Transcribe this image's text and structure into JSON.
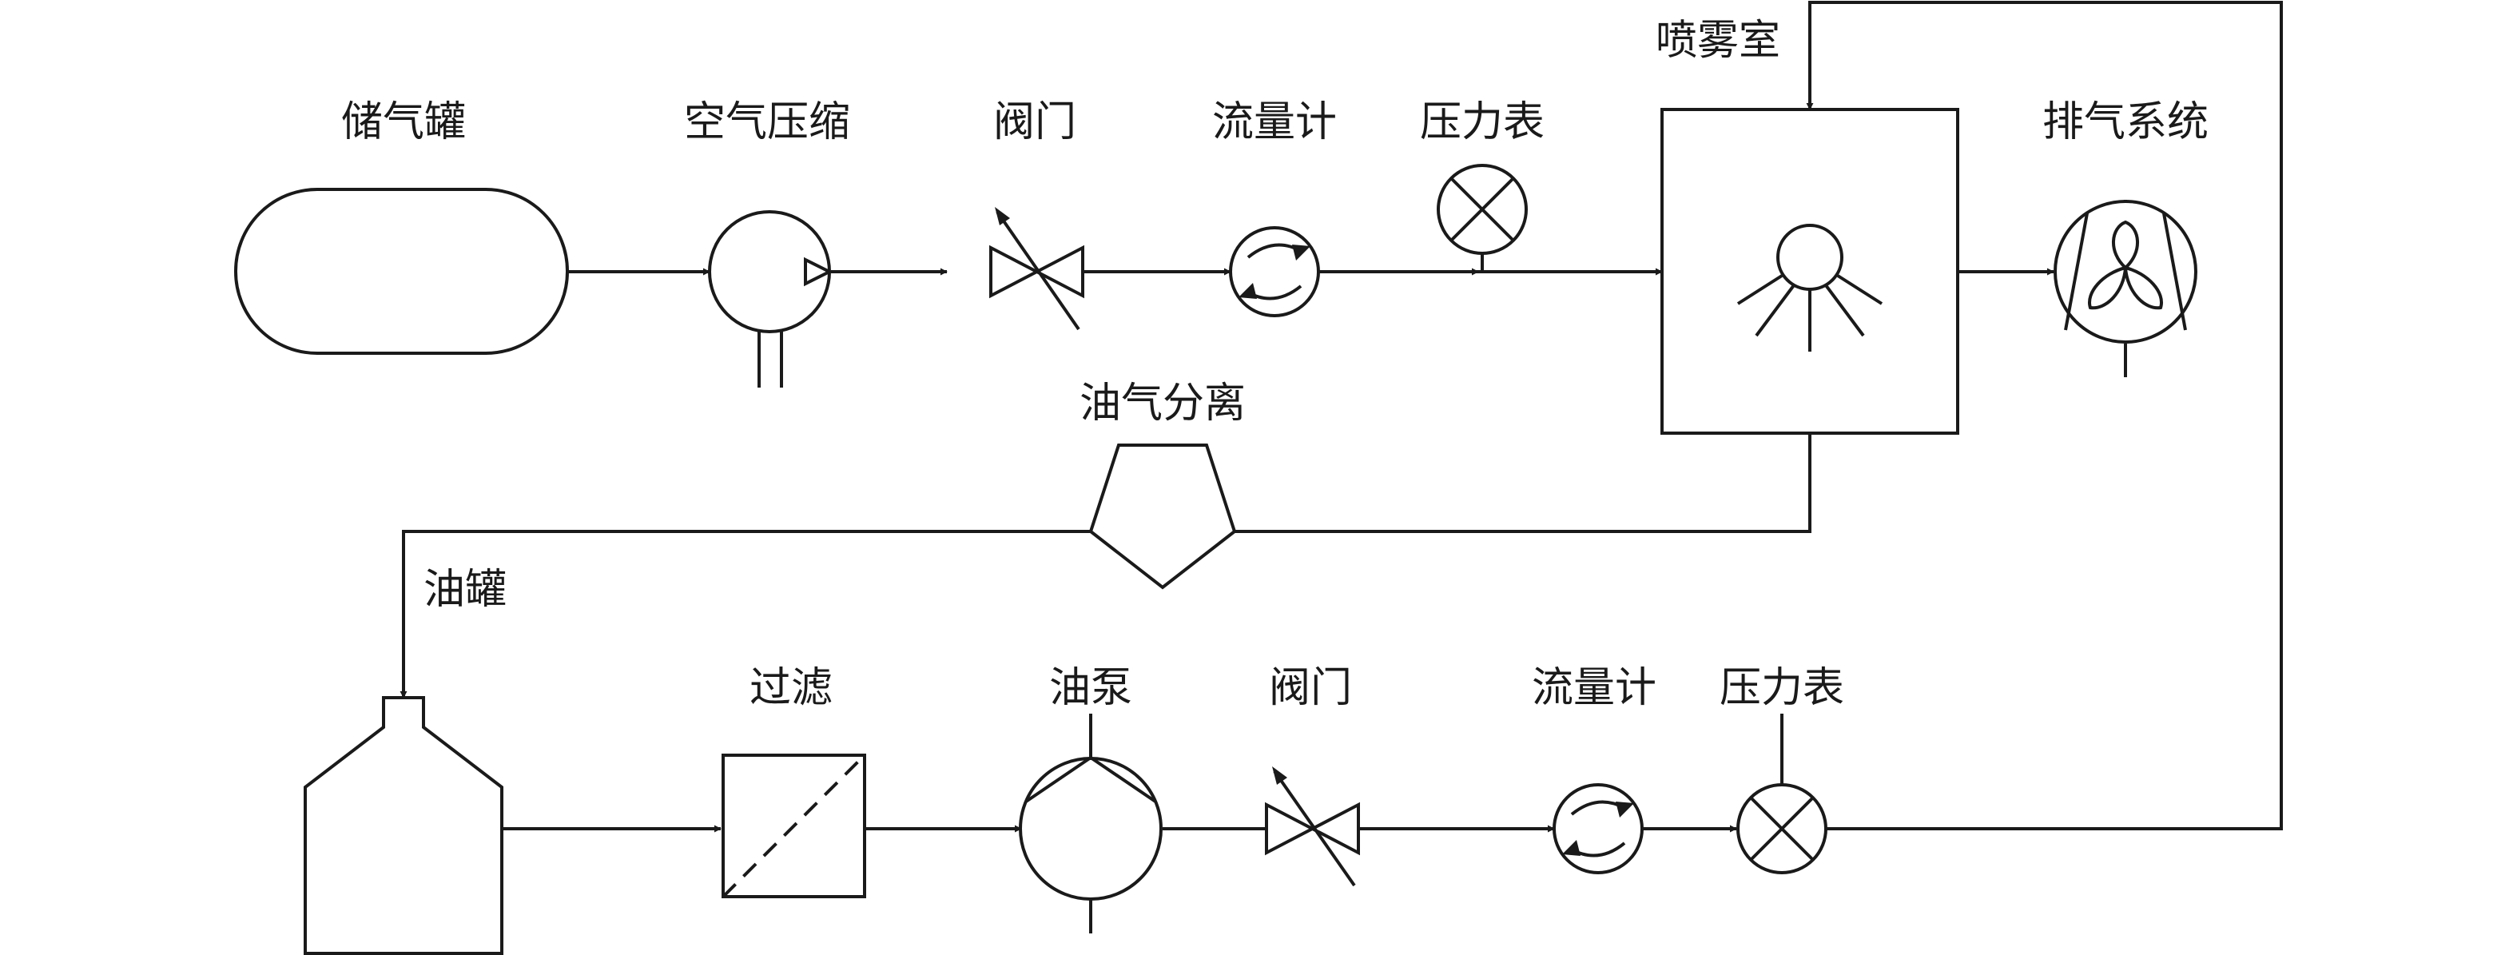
{
  "top_row": {
    "storage_tank": "储气罐",
    "air_compressor": "空气压缩",
    "valve": "阀门",
    "flow_meter": "流量计",
    "pressure_gauge": "压力表",
    "spray_chamber": "喷雾室",
    "exhaust_system": "排气系统"
  },
  "middle": {
    "oil_gas_separator": "油气分离",
    "oil_tank": "油罐"
  },
  "bottom_row": {
    "filter": "过滤",
    "oil_pump": "油泵",
    "valve": "阀门",
    "flow_meter": "流量计",
    "pressure_gauge": "压力表"
  },
  "colors": {
    "line": "#1a1a1a",
    "background": "#ffffff"
  }
}
